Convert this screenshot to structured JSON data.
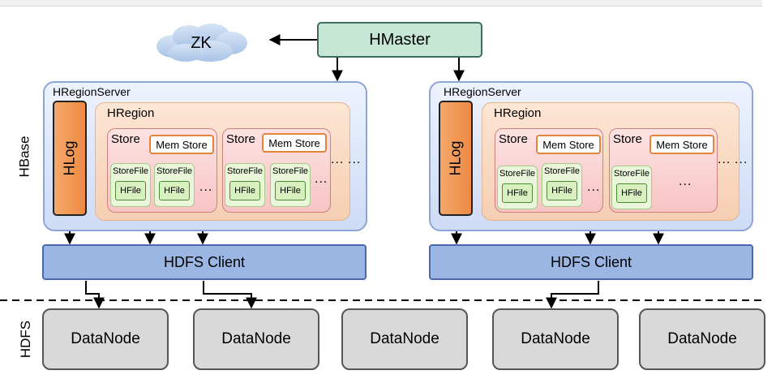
{
  "zk": "ZK",
  "hmaster": "HMaster",
  "labels": {
    "hbase": "HBase",
    "hdfs": "HDFS"
  },
  "servers": [
    {
      "title": "HRegionServer",
      "hlog": "HLog",
      "region": "HRegion",
      "stores": [
        {
          "title": "Store",
          "memstore": "Mem Store",
          "storefiles": [
            {
              "label": "StoreFile",
              "hfile": "HFile"
            },
            {
              "label": "StoreFile",
              "hfile": "HFile"
            }
          ],
          "more": "..."
        },
        {
          "title": "Store",
          "memstore": "Mem Store",
          "storefiles": [
            {
              "label": "StoreFile",
              "hfile": "HFile"
            },
            {
              "label": "StoreFile",
              "hfile": "HFile"
            }
          ],
          "more": "..."
        }
      ],
      "more": "...",
      "more_outer": "...",
      "client": "HDFS Client"
    },
    {
      "title": "HRegionServer",
      "hlog": "HLog",
      "region": "HRegion",
      "stores": [
        {
          "title": "Store",
          "memstore": "Mem Store",
          "storefiles": [
            {
              "label": "StoreFile",
              "hfile": "HFile"
            },
            {
              "label": "StoreFile",
              "hfile": "HFile"
            }
          ],
          "more": "..."
        },
        {
          "title": "Store",
          "memstore": "Mem Store",
          "storefiles": [
            {
              "label": "StoreFile",
              "hfile": "HFile"
            }
          ],
          "more": "..."
        }
      ],
      "more": "...",
      "more_outer": "...",
      "client": "HDFS Client"
    }
  ],
  "datanodes": [
    "DataNode",
    "DataNode",
    "DataNode",
    "DataNode",
    "DataNode"
  ]
}
